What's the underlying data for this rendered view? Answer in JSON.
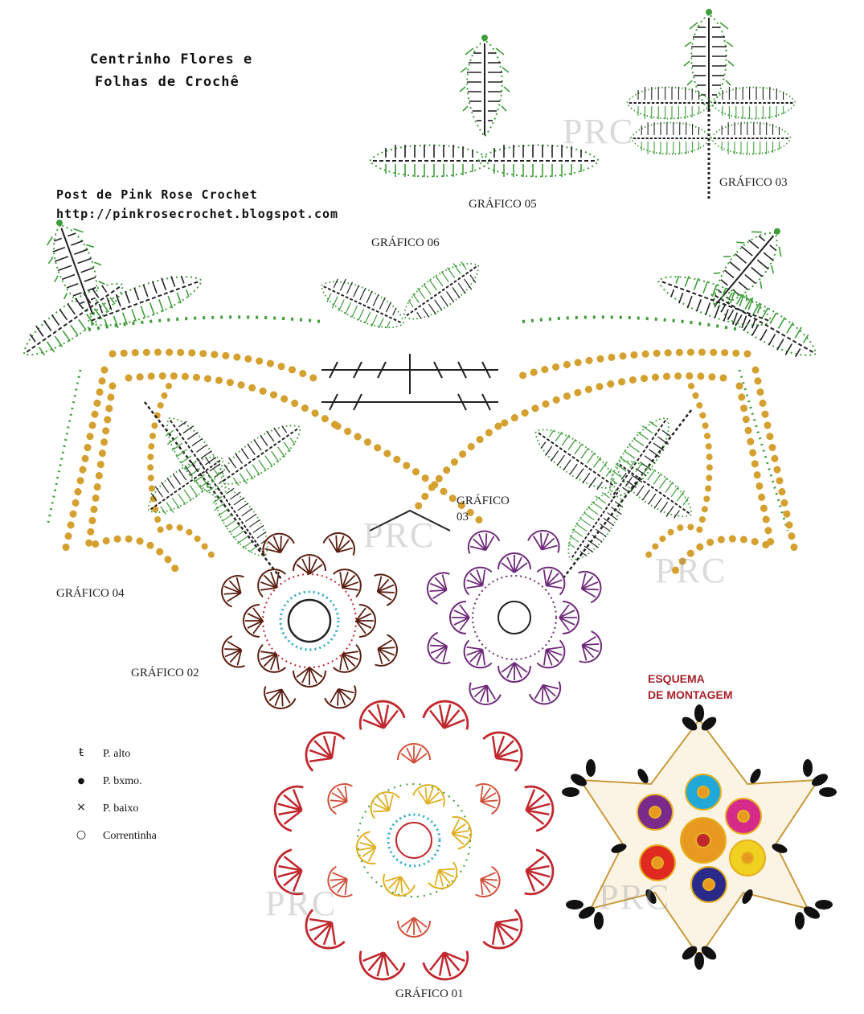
{
  "title": {
    "line1": "Centrinho Flores e",
    "line2": "Folhas de Crochê"
  },
  "credit": {
    "line1": "Post de Pink Rose Crochet",
    "line2": "http://pinkrosecrochet.blogspot.com"
  },
  "labels": {
    "g05": "GRÁFICO 05",
    "g03_top": "GRÁFICO 03",
    "g06": "GRÁFICO 06",
    "g03_mid": "GRÁFICO 03",
    "g04": "GRÁFICO 04",
    "g02": "GRÁFICO 02",
    "g01": "GRÁFICO 01"
  },
  "legend": [
    {
      "icon": "tall-stitch-icon",
      "glyph": "ŧ",
      "label": "P. alto"
    },
    {
      "icon": "slip-stitch-icon",
      "glyph": "●",
      "label": "P. bxmo."
    },
    {
      "icon": "single-stitch-icon",
      "glyph": "×",
      "label": "P. baixo"
    },
    {
      "icon": "chain-stitch-icon",
      "glyph": "○",
      "label": "Correntinha"
    }
  ],
  "esquema": {
    "line1": "ESQUEMA",
    "line2": "DE MONTAGEM"
  },
  "watermark": "PRC",
  "colors": {
    "leaf": "#3f9d3a",
    "stitch_dark": "#222222",
    "gold": "#d4a030",
    "flower2": "#5a1e12",
    "flower3": "#6e2a7a",
    "flower1_red": "#c0282e",
    "flower1_yellow": "#e0b020",
    "accent_title": "#a8202a",
    "assembly_flowers": [
      "#d62a8a",
      "#1fa8d8",
      "#f0d020",
      "#2a2a8a",
      "#e02a20",
      "#7a2a8a",
      "#e89a20"
    ]
  }
}
